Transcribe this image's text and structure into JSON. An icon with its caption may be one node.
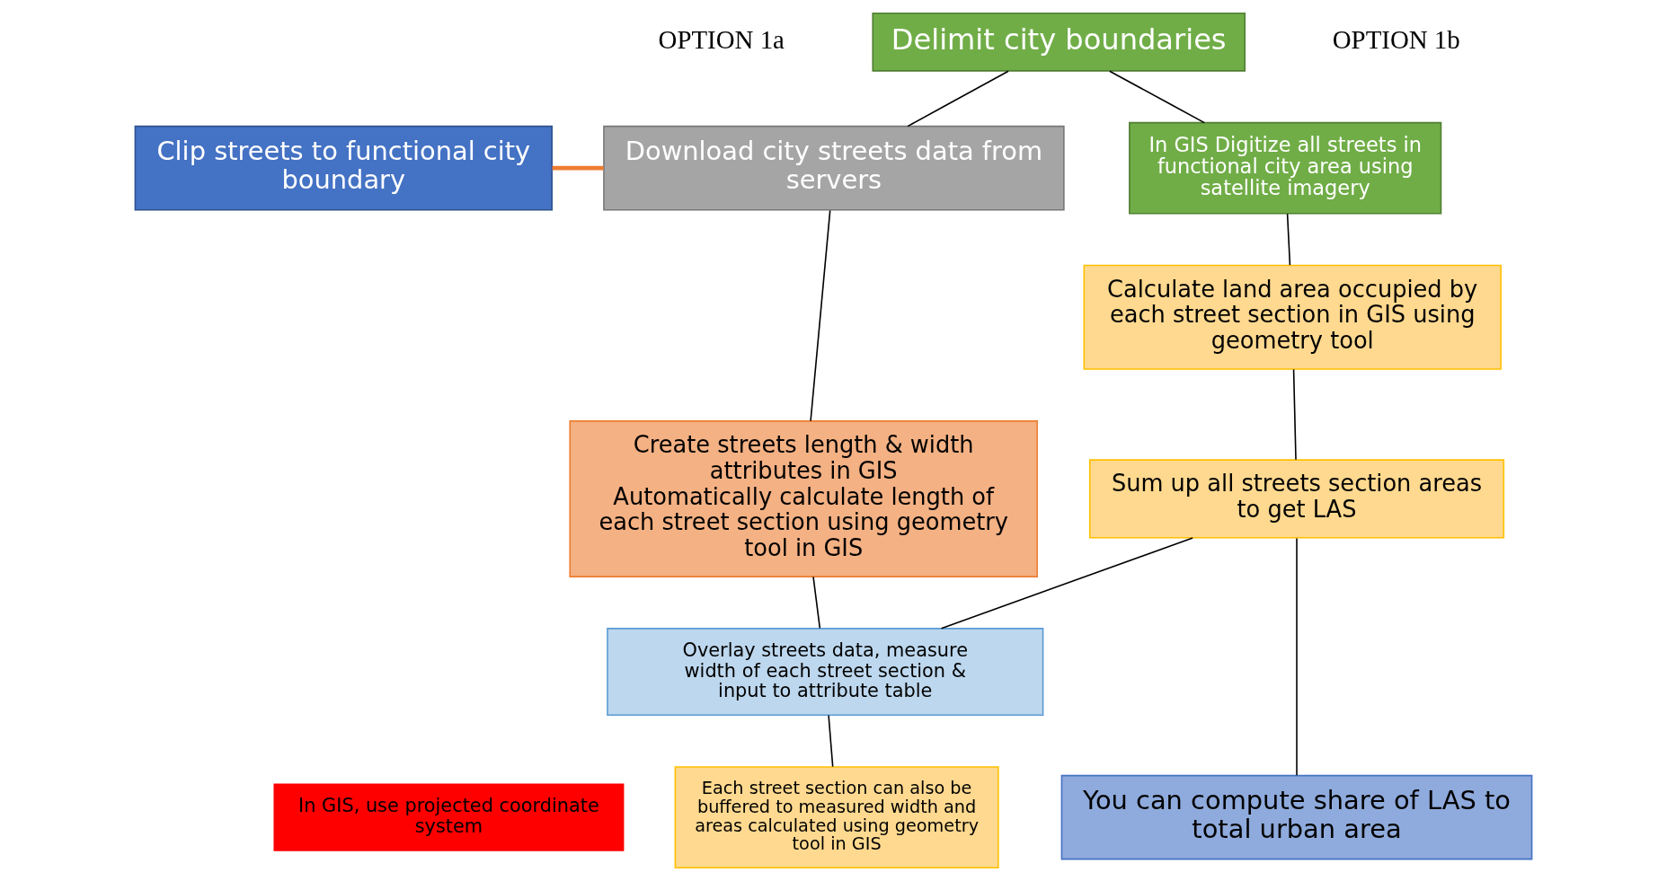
{
  "diagram": {
    "nodes": [
      {
        "text": [
          "Delimit city boundaries"
        ]
      },
      {
        "text": [
          "In GIS Digitize all streets in functional city area using satellite imagery"
        ]
      },
      {
        "text": [
          "Clip streets to functional city boundary"
        ]
      },
      {
        "text": [
          "Download city streets data from servers"
        ]
      },
      {
        "text": [
          "Calculate land area occupied by each street section in GIS using geometry tool"
        ]
      },
      {
        "text": [
          "Create streets length & width attributes in GIS",
          "Automatically calculate length of each street section using geometry tool in GIS"
        ]
      },
      {
        "text": [
          "Sum up all streets section areas to get LAS"
        ]
      },
      {
        "text": [
          "Overlay streets data, measure width of each street section & input to attribute table"
        ]
      },
      {
        "text": [
          "Each street section can also be buffered to measured width and areas calculated using geometry tool in GIS"
        ]
      },
      {
        "text": [
          "You can compute share of LAS to total urban area"
        ]
      },
      {
        "text": [
          "In GIS, use projected coordinate system"
        ]
      }
    ],
    "edges": [
      {
        "from": 0,
        "to": 1,
        "arrow": "none"
      },
      {
        "from": 0,
        "to": 3,
        "arrow": "none"
      },
      {
        "from": 2,
        "to": 3,
        "arrow": "none",
        "style": "thick",
        "color": "#ed7d31"
      },
      {
        "from": 1,
        "to": 4,
        "arrow": "none"
      },
      {
        "from": 3,
        "to": 5,
        "arrow": "none"
      },
      {
        "from": 4,
        "to": 6,
        "arrow": "none"
      },
      {
        "from": 6,
        "to": 9,
        "arrow": "none"
      },
      {
        "from": 5,
        "to": 7,
        "arrow": "none"
      },
      {
        "from": 6,
        "to": 7,
        "arrow": "none"
      },
      {
        "from": 7,
        "to": 8,
        "arrow": "none"
      }
    ],
    "labels": [
      "OPTION 1a",
      "OPTION 1b"
    ]
  }
}
